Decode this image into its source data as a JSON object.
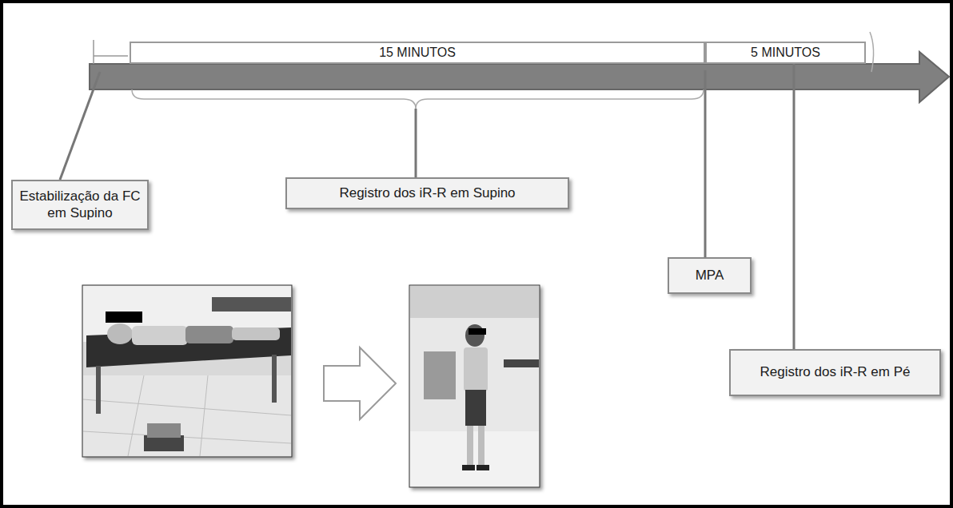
{
  "diagram": {
    "nodes": [
      {
        "text": [
          "15 MINUTOS"
        ]
      },
      {
        "text": [
          "5 MINUTOS"
        ]
      },
      {
        "text": [
          "Estabilização da FC em Supino"
        ]
      },
      {
        "text": [
          "Registro dos iR-R em Supino"
        ]
      },
      {
        "text": [
          "MPA"
        ]
      },
      {
        "text": [
          "Registro dos iR-R em Pé"
        ]
      }
    ],
    "edges": [
      {
        "from": 5,
        "to": 1,
        "arrow": "none"
      }
    ]
  }
}
